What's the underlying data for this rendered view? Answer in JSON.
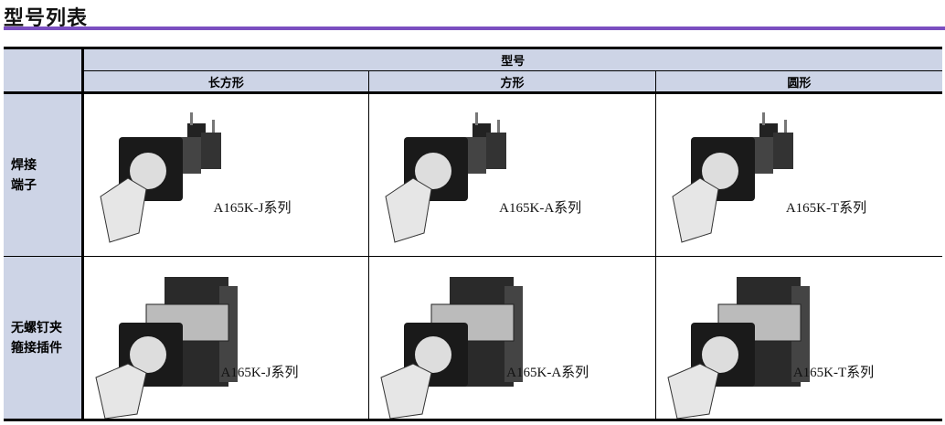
{
  "title": "型号列表",
  "table": {
    "group_header": "型号",
    "columns": [
      "长方形",
      "方形",
      "圆形"
    ],
    "rows": [
      {
        "label_lines": [
          "焊接",
          "端子"
        ],
        "models": [
          "A165K-J系列",
          "A165K-A系列",
          "A165K-T系列"
        ]
      },
      {
        "label_lines": [
          "无螺钉夹",
          "箍接插件"
        ],
        "models": [
          "A165K-J系列",
          "A165K-A系列",
          "A165K-T系列"
        ]
      }
    ]
  },
  "colors": {
    "accent": "#7b4fc0",
    "header_bg": "#cdd4e6"
  }
}
